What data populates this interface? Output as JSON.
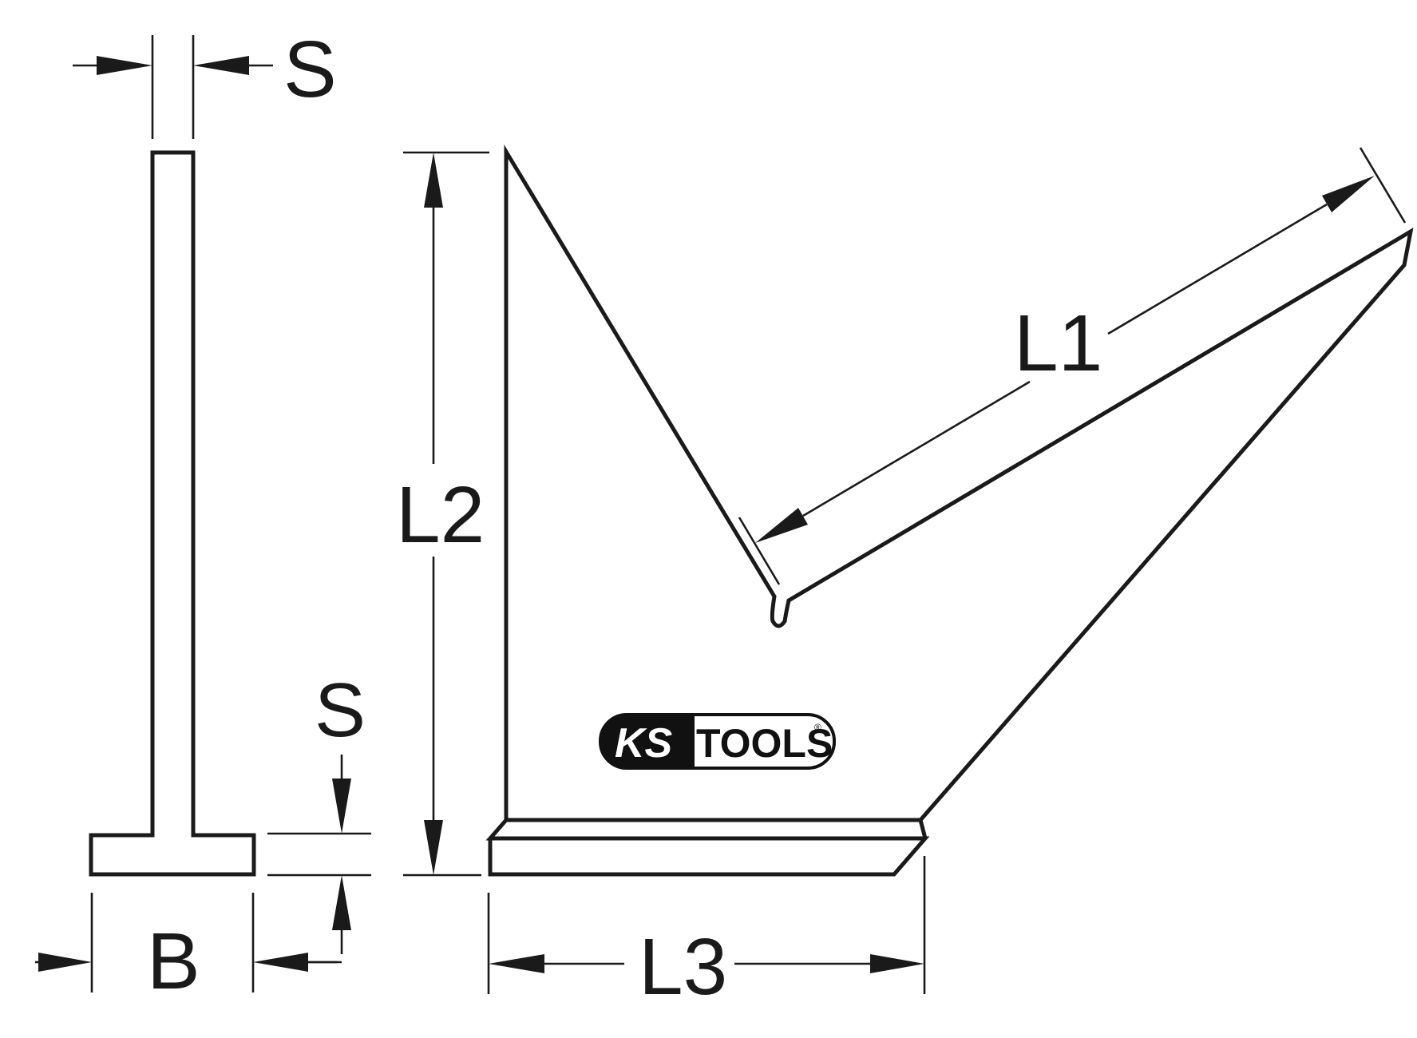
{
  "diagram": {
    "type": "technical-dimension-drawing",
    "subject": "steel square with side profile",
    "colors": {
      "line": "#1a1a1a",
      "background": "#ffffff",
      "logo_dark": "#111111"
    },
    "dimensions": {
      "s_top": "S",
      "s_side": "S",
      "b": "B",
      "l1": "L1",
      "l2": "L2",
      "l3": "L3"
    },
    "logo": {
      "left": "KS",
      "right": "TOOLS",
      "registered": "®"
    }
  }
}
